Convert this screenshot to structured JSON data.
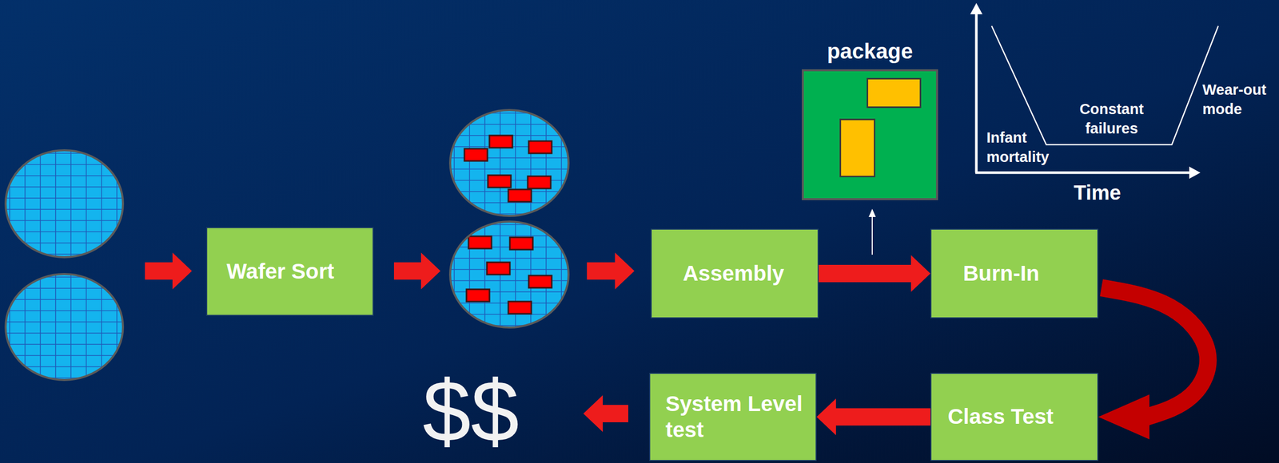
{
  "diagram": {
    "nodes": [
      {
        "text": [
          "Wafer Sort"
        ]
      },
      {
        "text": [
          "Assembly"
        ]
      },
      {
        "text": [
          "package"
        ]
      },
      {
        "text": [
          "Burn-In"
        ]
      },
      {
        "text": [
          "Class Test"
        ]
      },
      {
        "text": [
          "System Level test"
        ]
      }
    ],
    "edges": [
      {
        "from": 1,
        "to": 3,
        "arrow": "to"
      },
      {
        "from": 3,
        "to": 4,
        "arrow": "to"
      },
      {
        "from": 4,
        "to": 5,
        "arrow": "to"
      }
    ],
    "labels": [
      "$$",
      "Infant mortality",
      "Constant failures",
      "Wear-out mode",
      "Time"
    ]
  }
}
